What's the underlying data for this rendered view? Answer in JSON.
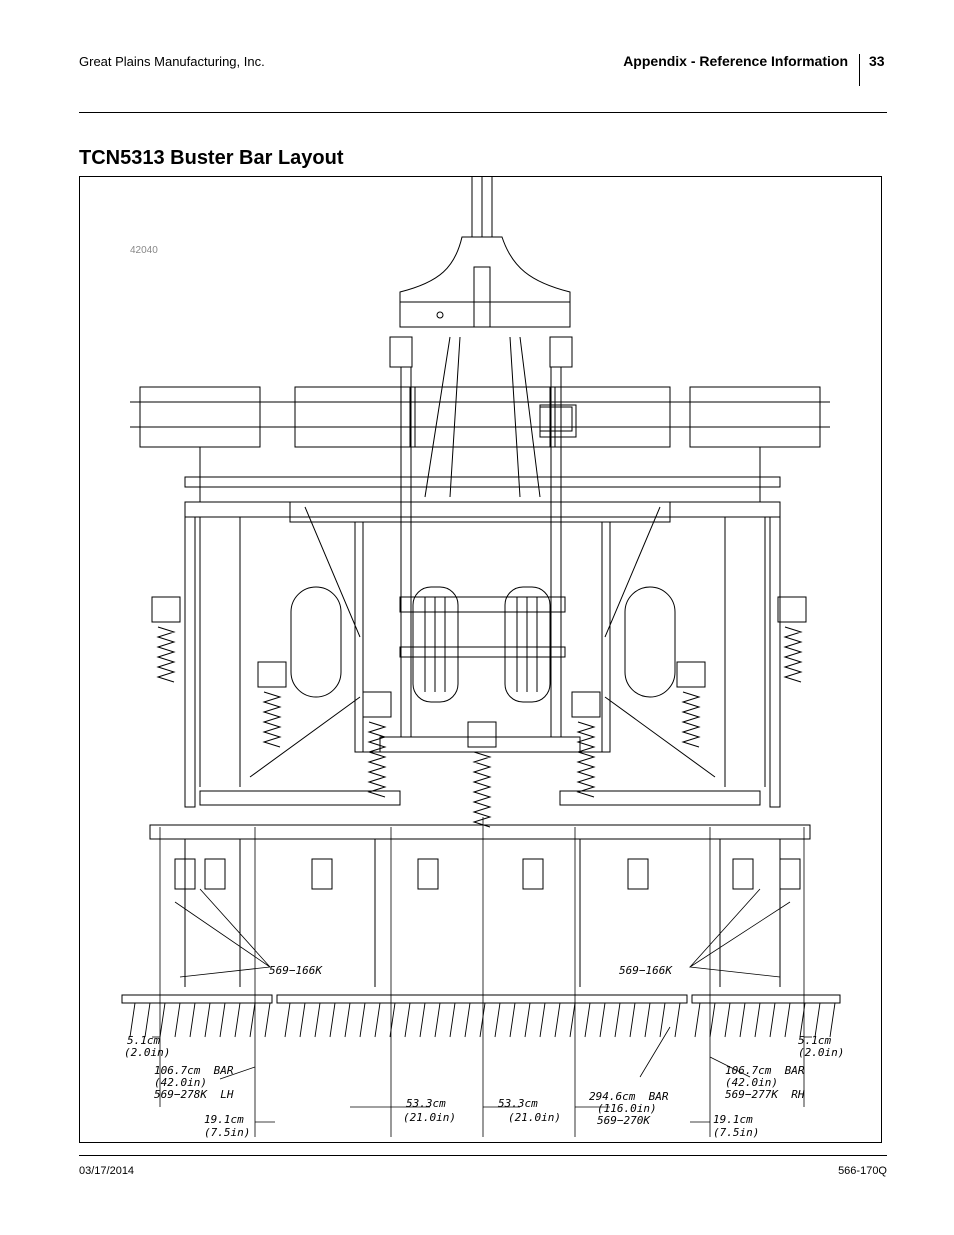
{
  "header": {
    "company": "Great Plains Manufacturing, Inc.",
    "section": "Appendix - Reference Information",
    "page_number": "33"
  },
  "title": "TCN5313 Buster Bar Layout",
  "figure": {
    "id": "42040",
    "labels": {
      "part_166_left": "569−166K",
      "part_166_right": "569−166K",
      "left_spacing_cm": "5.1cm",
      "left_spacing_in": "(2.0in)",
      "right_spacing_cm": "5.1cm",
      "right_spacing_in": "(2.0in)",
      "left_bar_cm": "106.7cm  BAR",
      "left_bar_in": "(42.0in)",
      "left_bar_part": "569−278K  LH",
      "right_bar_cm": "106.7cm  BAR",
      "right_bar_in": "(42.0in)",
      "right_bar_part": "569−277K  RH",
      "center_bar_cm": "294.6cm  BAR",
      "center_bar_in": "(116.0in)",
      "center_bar_part": "569−270K",
      "left_tine_cm": "19.1cm",
      "left_tine_in": "(7.5in)",
      "right_tine_cm": "19.1cm",
      "right_tine_in": "(7.5in)",
      "center_left_cm": "53.3cm",
      "center_left_in": "(21.0in)",
      "center_right_cm": "53.3cm",
      "center_right_in": "(21.0in)"
    }
  },
  "footer": {
    "date": "03/17/2014",
    "doc_number": "566-170Q"
  }
}
